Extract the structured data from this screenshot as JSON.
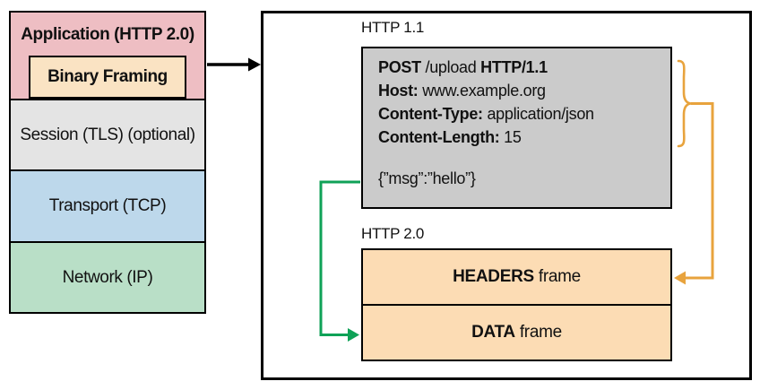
{
  "colors": {
    "app_pink": "#eebec3",
    "framing_tan": "#fae3c3",
    "session_gray": "#e4e4e4",
    "transport_blue": "#bdd8eb",
    "network_green": "#b9dfc7",
    "request_gray": "#cbcbcb",
    "frame_peach": "#fcdcb4",
    "arrow_orange": "#e8a33d",
    "arrow_green": "#0fa257",
    "ink": "#111111"
  },
  "stack": {
    "application_label": "Application (HTTP 2.0)",
    "binary_framing_label": "Binary Framing",
    "session_label": "Session (TLS) (optional)",
    "transport_label": "Transport (TCP)",
    "network_label": "Network (IP)"
  },
  "panel": {
    "http11_label": "HTTP 1.1",
    "http20_label": "HTTP 2.0",
    "request": {
      "line1": {
        "b1": "POST",
        "r1": " /upload ",
        "b2": "HTTP/1.1"
      },
      "line2": {
        "b": "Host:",
        "r": " www.example.org"
      },
      "line3": {
        "b": "Content-Type:",
        "r": " application/json"
      },
      "line4": {
        "b": "Content-Length:",
        "r": " 15"
      },
      "body": "{”msg”:”hello”}"
    },
    "frames": {
      "headers": {
        "b": "HEADERS",
        "r": " frame"
      },
      "data": {
        "b": "DATA",
        "r": " frame"
      }
    }
  }
}
